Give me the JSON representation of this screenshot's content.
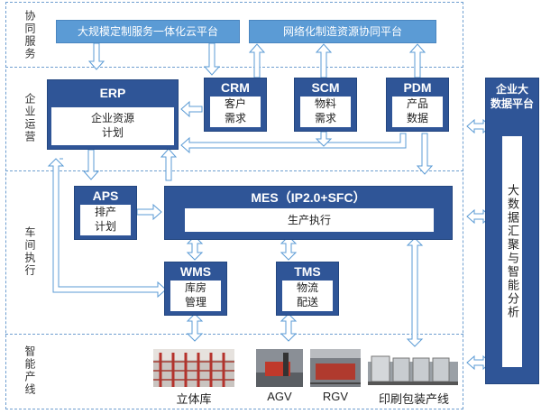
{
  "zones": [
    {
      "label": "协同服务"
    },
    {
      "label": "企业运营"
    },
    {
      "label": "车间执行"
    },
    {
      "label": "智能产线"
    }
  ],
  "cloud": {
    "left": "大规模定制服务一体化云平台",
    "right": "网络化制造资源协同平台"
  },
  "erp": {
    "title": "ERP",
    "desc": "企业资源\n计划"
  },
  "crm": {
    "title": "CRM",
    "desc": "客户\n需求"
  },
  "scm": {
    "title": "SCM",
    "desc": "物料\n需求"
  },
  "pdm": {
    "title": "PDM",
    "desc": "产品\n数据"
  },
  "aps": {
    "title": "APS",
    "desc": "排产\n计划"
  },
  "mes": {
    "title": "MES（IP2.0+SFC）",
    "desc": "生产执行"
  },
  "wms": {
    "title": "WMS",
    "desc": "库房\n管理"
  },
  "tms": {
    "title": "TMS",
    "desc": "物流\n配送"
  },
  "bigdata": {
    "title": "企业大\n数据平台",
    "desc": "大数据汇聚与智能分析"
  },
  "captions": {
    "warehouse": "立体库",
    "agv": "AGV",
    "rgv": "RGV",
    "printing": "印刷包装产线"
  },
  "colors": {
    "dark_blue": "#2f5597",
    "light_blue": "#5b9bd5",
    "zone_border": "#6f9fd0"
  }
}
